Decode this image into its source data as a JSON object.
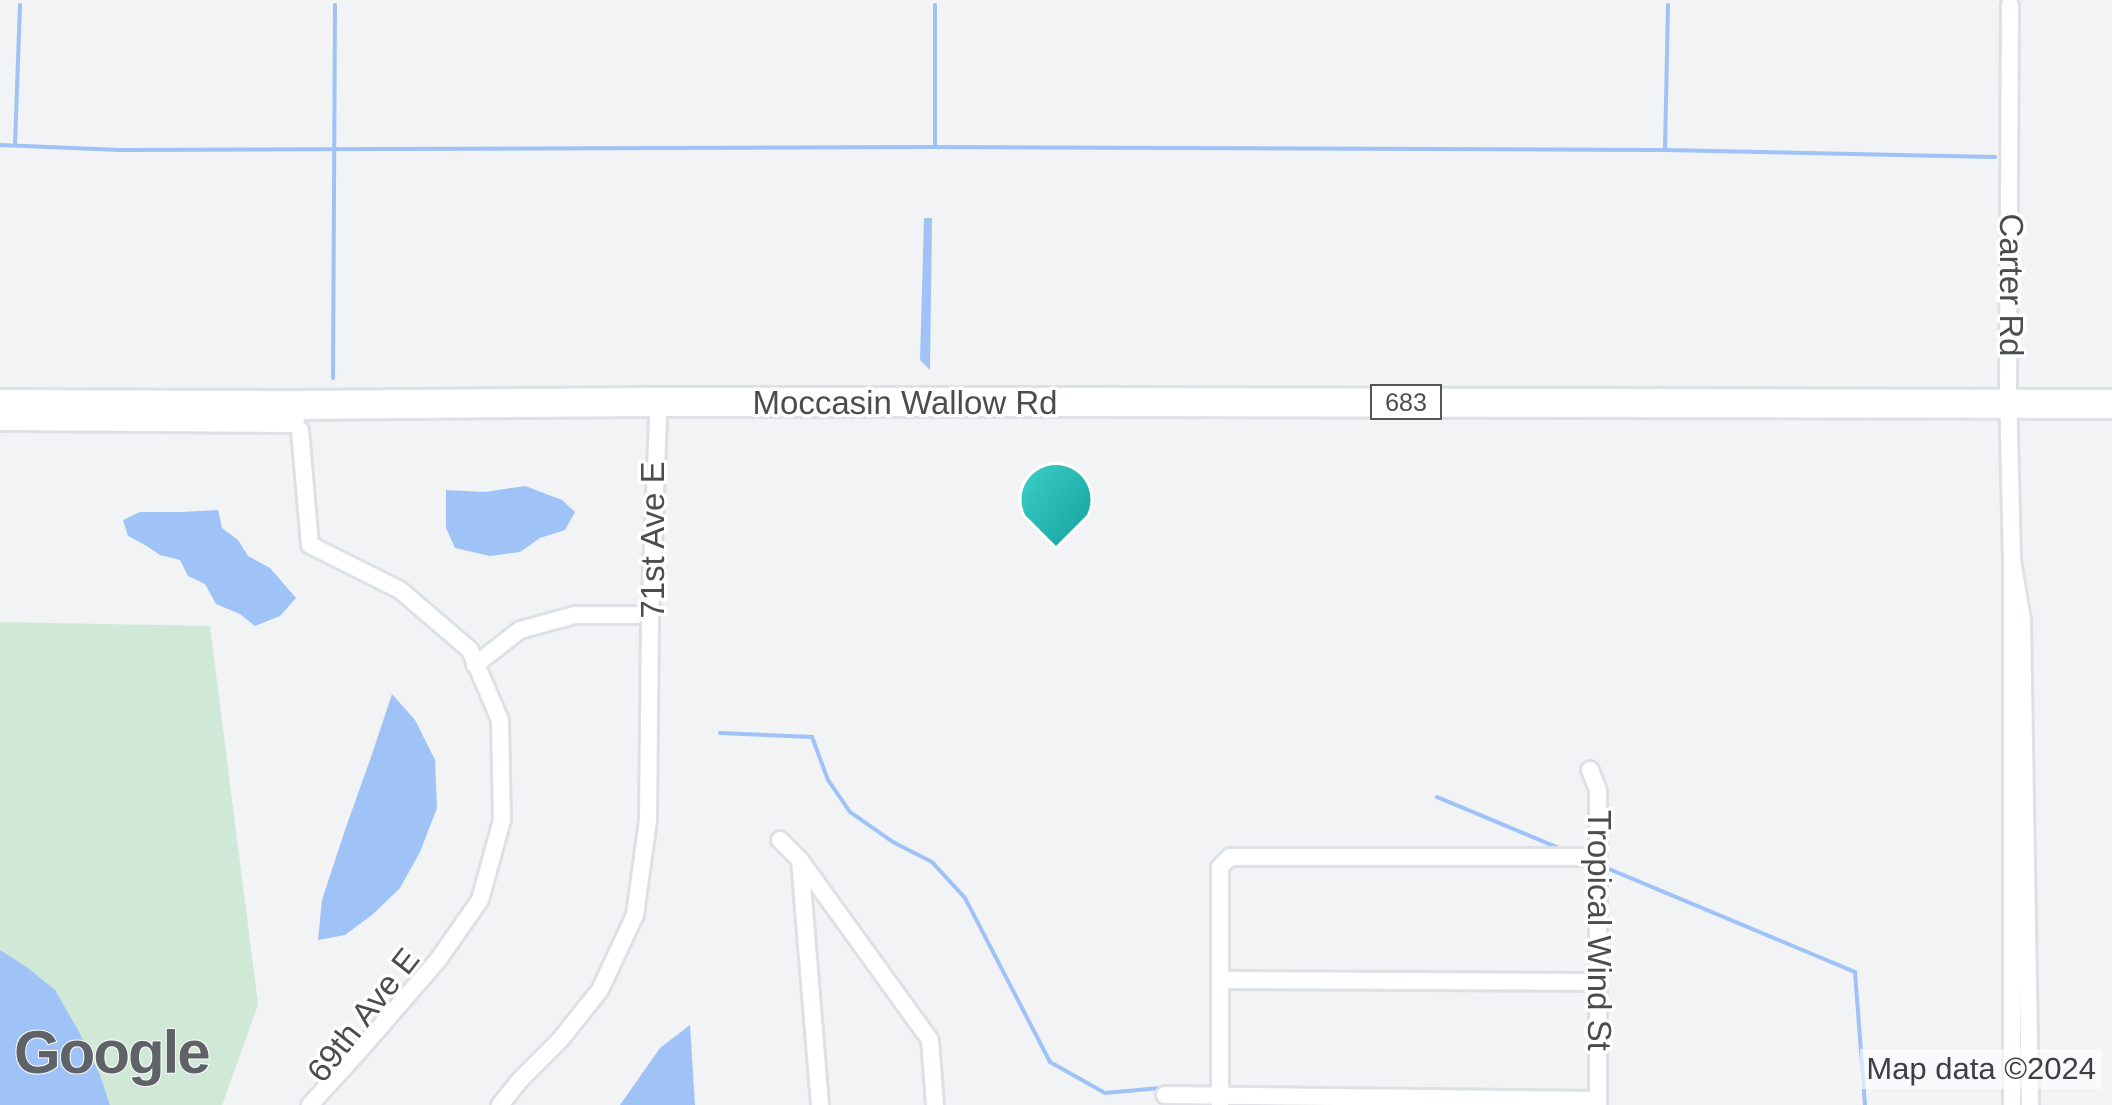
{
  "map": {
    "roads": {
      "moccasin_wallow": "Moccasin Wallow Rd",
      "route_shield": "683",
      "carter": "Carter Rd",
      "ave71": "71st Ave E",
      "ave69": "69th Ave E",
      "tropical_wind": "Tropical Wind St"
    },
    "attribution": "Map data ©2024",
    "logo": "Google",
    "colors": {
      "land": "#f1f3f5",
      "road": "#ffffff",
      "road_edge": "#dde0e4",
      "water": "#9fc2f7",
      "park": "#cfe9d6",
      "marker": "#1eb4b0"
    }
  }
}
